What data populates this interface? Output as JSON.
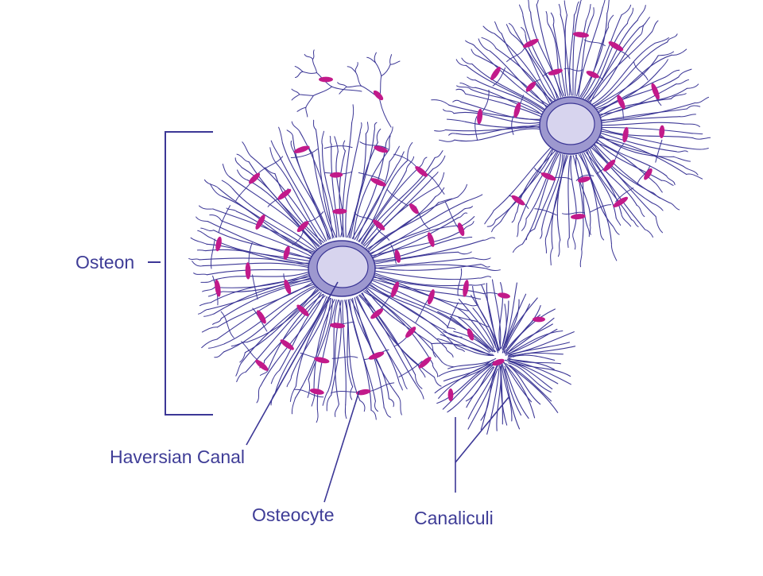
{
  "colors": {
    "background": "#ffffff",
    "line": "#3c3796",
    "osteocyte": "#c21a8a",
    "canal_fill": "#d7d4ee",
    "canal_ring": "#9d98cf",
    "label": "#3f3d97"
  },
  "labels": {
    "osteon": "Osteon",
    "haversian_canal": "Haversian Canal",
    "osteocyte": "Osteocyte",
    "canaliculi": "Canaliculi"
  }
}
